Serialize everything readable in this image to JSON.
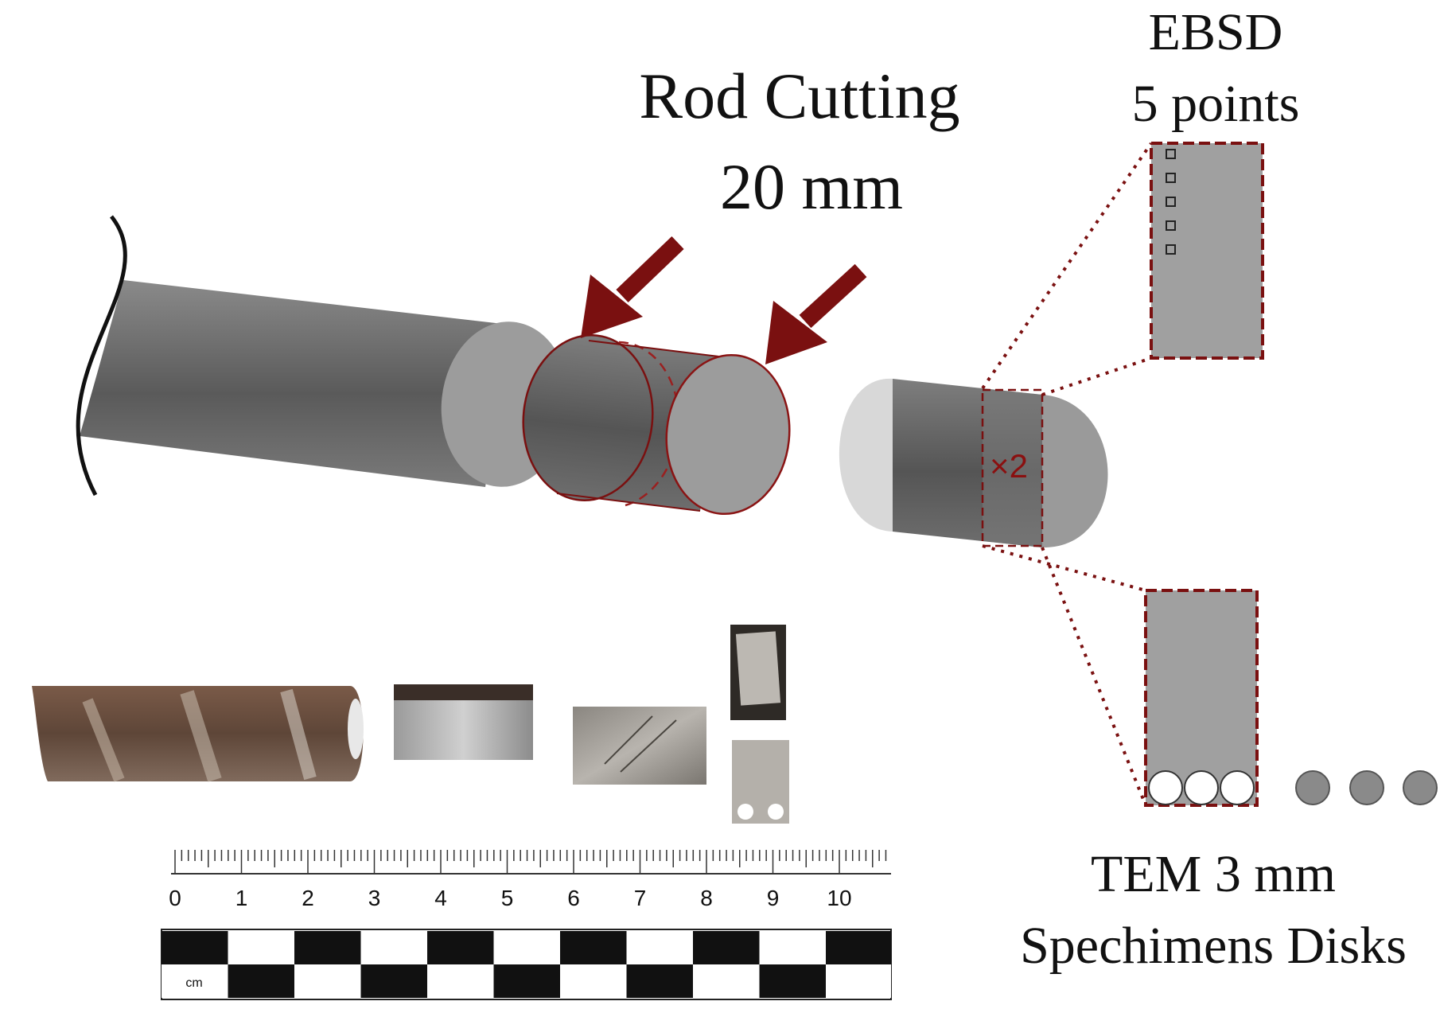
{
  "labels": {
    "rod_cutting_line1": "Rod Cutting",
    "rod_cutting_line2": "20 mm",
    "ebsd_line1": "EBSD",
    "ebsd_line2": "5 points",
    "multiplier": "×2",
    "tem_line1": "TEM 3 mm",
    "tem_line2": "Spechimens Disks"
  },
  "ruler": {
    "numbers": [
      "0",
      "1",
      "2",
      "3",
      "4",
      "5",
      "6",
      "7",
      "8",
      "9",
      "10"
    ],
    "unit": "cm"
  },
  "colors": {
    "accent_dark_red": "#7a1010",
    "rod_gray": "#6a6a6a",
    "face_gray": "#9c9c9c",
    "specimen_gray": "#a0a0a0"
  },
  "specimens": {
    "ebsd_point_count": 5,
    "tem_disk_count": 6
  }
}
